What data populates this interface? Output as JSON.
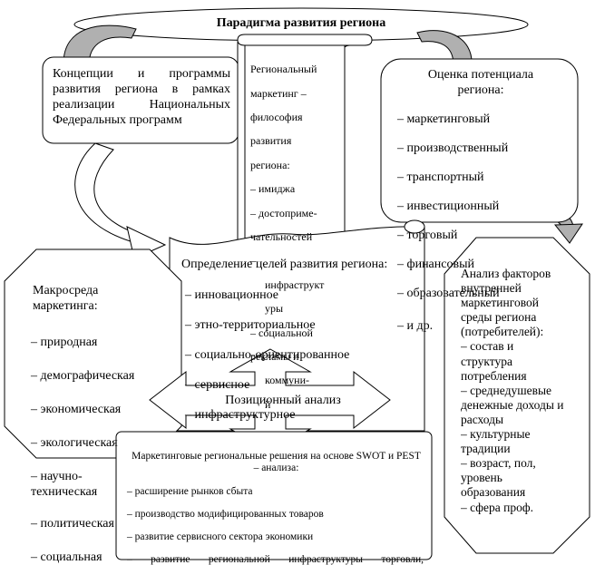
{
  "title": "Парадигма развития региона",
  "concepts": {
    "text": "Концепции и программы развития региона в рамках реализации Национальных Федеральных программ"
  },
  "scroll": {
    "lines": [
      "Региональный",
      "маркетинг –",
      "философия",
      "развития",
      "региона:",
      "– имиджа",
      "– достоприме-",
      "чательностей",
      "–",
      "инфраструкт",
      "уры",
      "– социальной",
      "рекламы и",
      "коммуни-",
      "й"
    ]
  },
  "potential": {
    "heading1": "Оценка потенциала",
    "heading2": "региона:",
    "items": [
      "– маркетинговый",
      "– производственный",
      "– транспортный",
      "– инвестиционный",
      "– торговый",
      "– финансовый",
      "– образовательный",
      "– и др."
    ]
  },
  "macro": {
    "heading": "Макросреда маркетинга:",
    "items": [
      "– природная",
      "– демографическая",
      "– экономическая",
      "– экологическая",
      "– научно-техническая",
      "– политическая",
      "– социальная"
    ]
  },
  "goals": {
    "heading": "Определение целей развития региона:",
    "items": [
      "– инновационное",
      "– этно-территориальное",
      "– социально-ориентированное",
      "– сервисное",
      "– инфраструктурное"
    ]
  },
  "positional": {
    "label": "Позиционный анализ"
  },
  "internal": {
    "text": "Анализ факторов внутренней маркетинговой среды региона (потребителей):\n– состав и структура потребления\n– среднедушевые денежные доходы и расходы\n– культурные традиции\n– возраст, пол, уровень образования\n– сфера проф."
  },
  "decisions": {
    "heading": "Маркетинговые региональные решения на основе SWOT и PEST – анализа:",
    "items": [
      "– расширение рынков сбыта",
      "– производство модифицированных товаров",
      "– развитие сервисного сектора экономики",
      "– развитие региональной инфраструктуры торговли, адаптированной к форматам региона"
    ]
  }
}
